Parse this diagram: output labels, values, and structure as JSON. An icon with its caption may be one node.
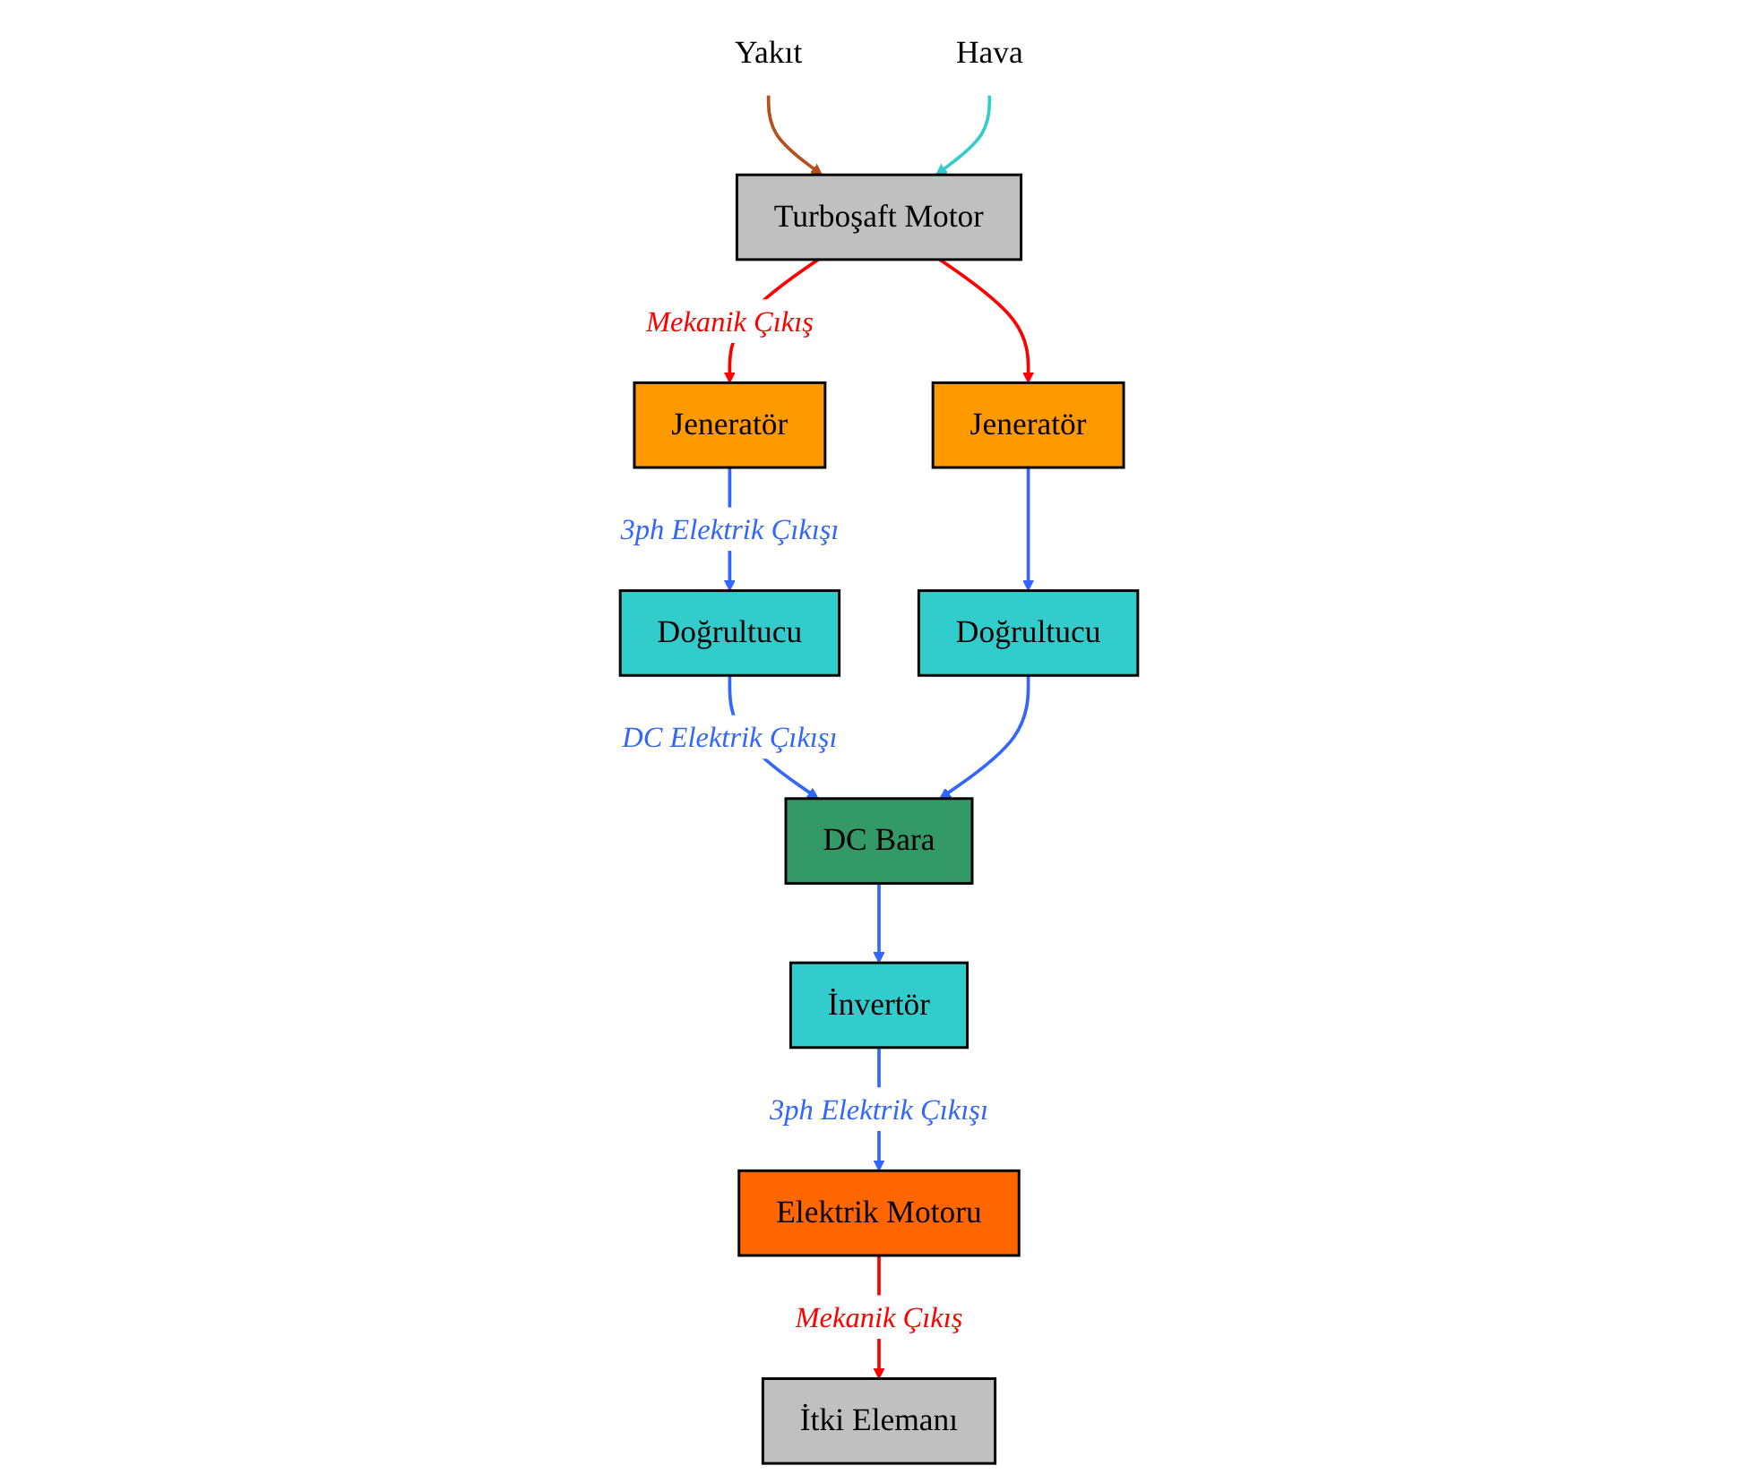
{
  "diagram": {
    "nodes": [
      {
        "text": [
          "Yakıt"
        ]
      },
      {
        "text": [
          "Turboşaft Motor"
        ]
      },
      {
        "text": [
          "Hava"
        ]
      },
      {
        "text": [
          "Jeneratör"
        ]
      },
      {
        "text": [
          "Jeneratör"
        ]
      },
      {
        "text": [
          "Doğrultucu"
        ]
      },
      {
        "text": [
          "Doğrultucu"
        ]
      },
      {
        "text": [
          "DC Bara"
        ]
      },
      {
        "text": [
          "İnvertör"
        ]
      },
      {
        "text": [
          "Elektrik Motoru"
        ]
      },
      {
        "text": [
          "İtki Elemanı"
        ]
      }
    ],
    "edges": [
      {
        "from": 0,
        "to": 1,
        "arrow": "to",
        "color": "#b5501e"
      },
      {
        "from": 2,
        "to": 1,
        "arrow": "to",
        "color": "#33cccc"
      },
      {
        "from": 1,
        "to": 3,
        "arrow": "to",
        "label": "Mekanik Çıkış",
        "color": "#ff0000"
      },
      {
        "from": 1,
        "to": 4,
        "arrow": "to",
        "color": "#ff0000"
      },
      {
        "from": 3,
        "to": 5,
        "arrow": "to",
        "label": "3ph Elektrik Çıkışı"
      },
      {
        "from": 4,
        "to": 6,
        "arrow": "to"
      },
      {
        "from": 5,
        "to": 7,
        "arrow": "to",
        "label": "DC Elektrik Çıkışı"
      },
      {
        "from": 6,
        "to": 7,
        "arrow": "to"
      },
      {
        "from": 7,
        "to": 8,
        "arrow": "to"
      },
      {
        "from": 8,
        "to": 9,
        "arrow": "to",
        "label": "3ph Elektrik Çıkışı"
      },
      {
        "from": 9,
        "to": 10,
        "arrow": "to",
        "label": "Mekanik Çıkış",
        "color": "#ff0000"
      }
    ]
  }
}
